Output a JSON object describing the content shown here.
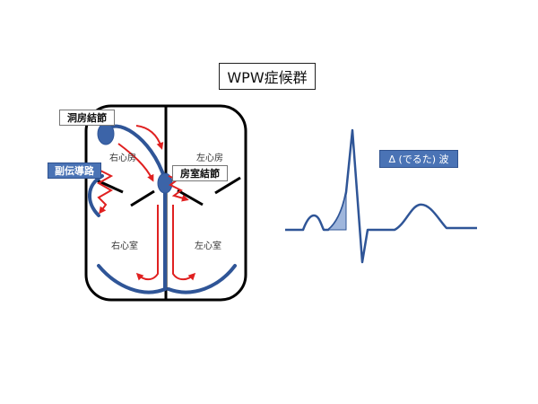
{
  "title": "WPW症候群",
  "labels": {
    "sa_node": "洞房結節",
    "av_node": "房室結節",
    "accessory": "副伝導路",
    "delta": "Δ (でるた) 波"
  },
  "chambers": {
    "right_atrium": "右心房",
    "left_atrium": "左心房",
    "right_ventricle": "右心室",
    "left_ventricle": "左心室"
  },
  "colors": {
    "heart_outline": "#000000",
    "conduction": "#2f5597",
    "node_fill": "#3c64a8",
    "arrow": "#e02020",
    "label_blue": "#4a73b5",
    "delta_fill": "#9fb6dc"
  }
}
